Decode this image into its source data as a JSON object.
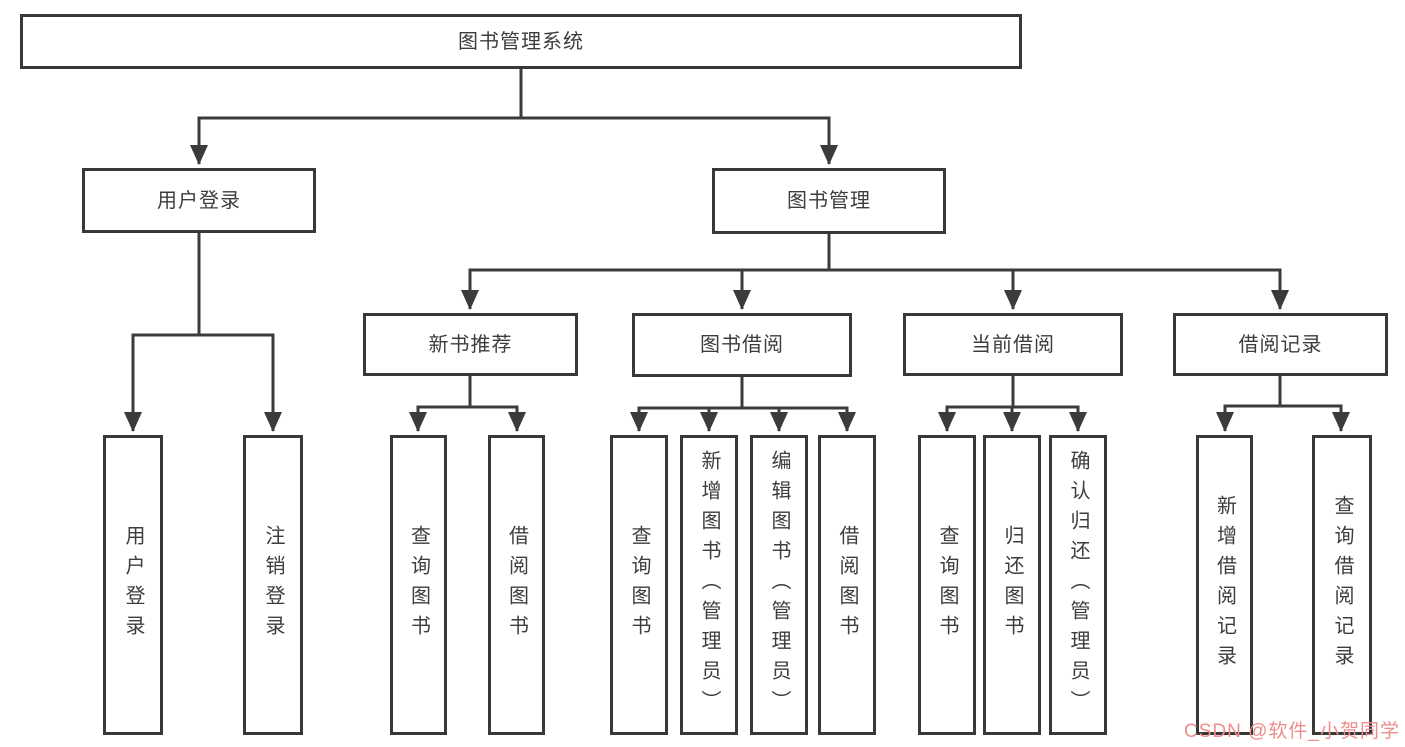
{
  "tree": {
    "root": {
      "label": "图书管理系统"
    },
    "user_login": {
      "label": "用户登录",
      "children": {
        "login": {
          "label": "用户登录"
        },
        "logout": {
          "label": "注销登录"
        }
      }
    },
    "book_mgmt": {
      "label": "图书管理",
      "children": {
        "new_book": {
          "label": "新书推荐",
          "children": {
            "search": {
              "label": "查询图书"
            },
            "borrow": {
              "label": "借阅图书"
            }
          }
        },
        "borrowing": {
          "label": "图书借阅",
          "children": {
            "search": {
              "label": "查询图书"
            },
            "add": {
              "label": "新增图书（管理员）"
            },
            "edit": {
              "label": "编辑图书（管理员）"
            },
            "borrow": {
              "label": "借阅图书"
            }
          }
        },
        "current": {
          "label": "当前借阅",
          "children": {
            "search": {
              "label": "查询图书"
            },
            "return": {
              "label": "归还图书"
            },
            "confirm": {
              "label": "确认归还（管理员）"
            }
          }
        },
        "records": {
          "label": "借阅记录",
          "children": {
            "add": {
              "label": "新增借阅记录"
            },
            "search": {
              "label": "查询借阅记录"
            }
          }
        }
      }
    }
  },
  "watermark": {
    "text": "CSDN @软件_小贺同学",
    "color": "#ee8d8d"
  },
  "colors": {
    "line": "#3b3b3b",
    "box_border": "#383838",
    "text": "#3d3d3d",
    "background": "#ffffff"
  }
}
